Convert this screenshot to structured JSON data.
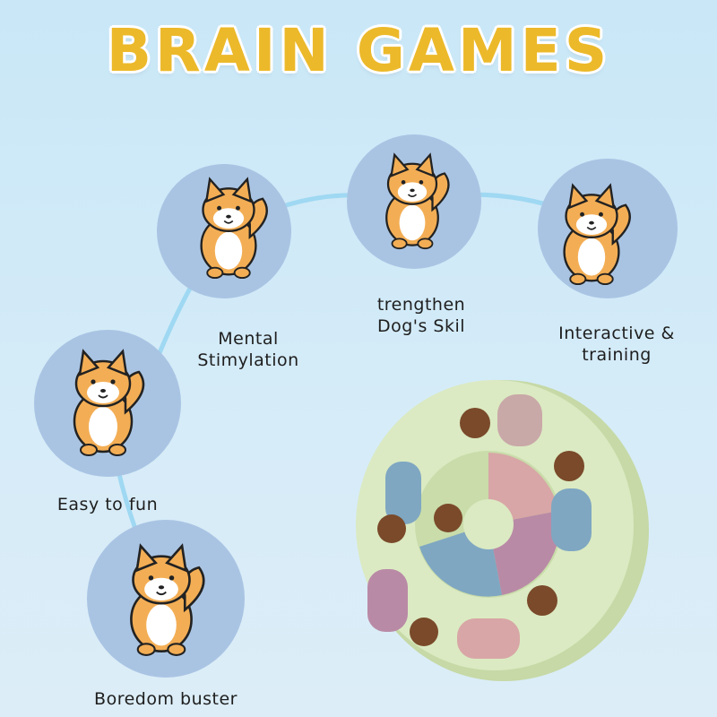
{
  "title": "BRAIN GAMES",
  "features": [
    {
      "line1": "Mental",
      "line2": "Stimylation"
    },
    {
      "line1": "trengthen",
      "line2": "Dog's Skil"
    },
    {
      "line1": "Interactive &",
      "line2": "training"
    },
    {
      "line1": "Easy to fun"
    },
    {
      "line1": "Boredom buster"
    }
  ],
  "colors": {
    "title": "#ecb92a",
    "circle": "#a9c4e3",
    "dog": "#f3ae55",
    "puzzle": "#d9e9bf"
  }
}
